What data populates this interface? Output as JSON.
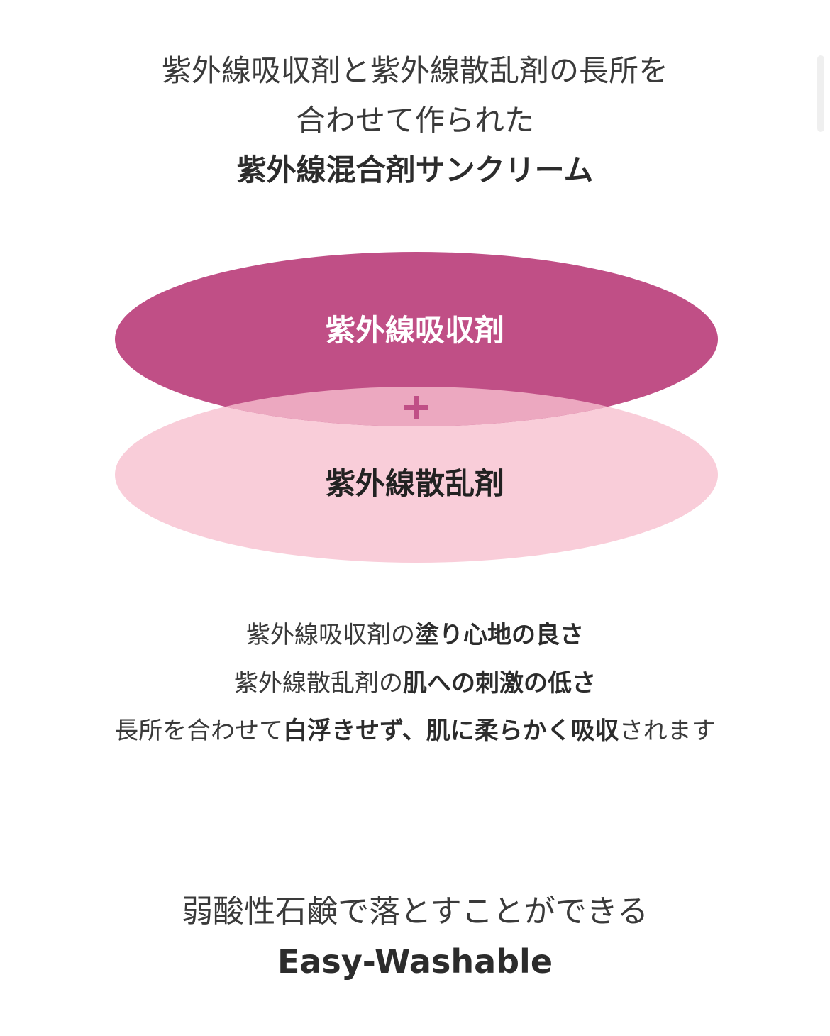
{
  "heading": {
    "line1": "紫外線吸収剤と紫外線散乱剤の長所を",
    "line2": "合わせて作られた",
    "line3": "紫外線混合剤サンクリーム"
  },
  "diagram": {
    "top_label": "紫外線吸収剤",
    "plus": "+",
    "bottom_label": "紫外線散乱剤",
    "colors": {
      "top": "#c04f86",
      "bottom": "#f9cdd9",
      "overlap": "#eca8c0",
      "plus": "#c04f86"
    }
  },
  "body": {
    "line1": {
      "normal": "紫外線吸収剤の",
      "bold": "塗り心地の良さ"
    },
    "line2": {
      "normal": "紫外線散乱剤の",
      "bold": "肌への刺激の低さ"
    },
    "line3": {
      "normal1": "長所を合わせて",
      "bold1": "白浮きせず、肌に柔らかく吸収",
      "normal2": "されます"
    }
  },
  "footer": {
    "line1": "弱酸性石鹸で落とすことができる",
    "line2": "Easy-Washable"
  }
}
